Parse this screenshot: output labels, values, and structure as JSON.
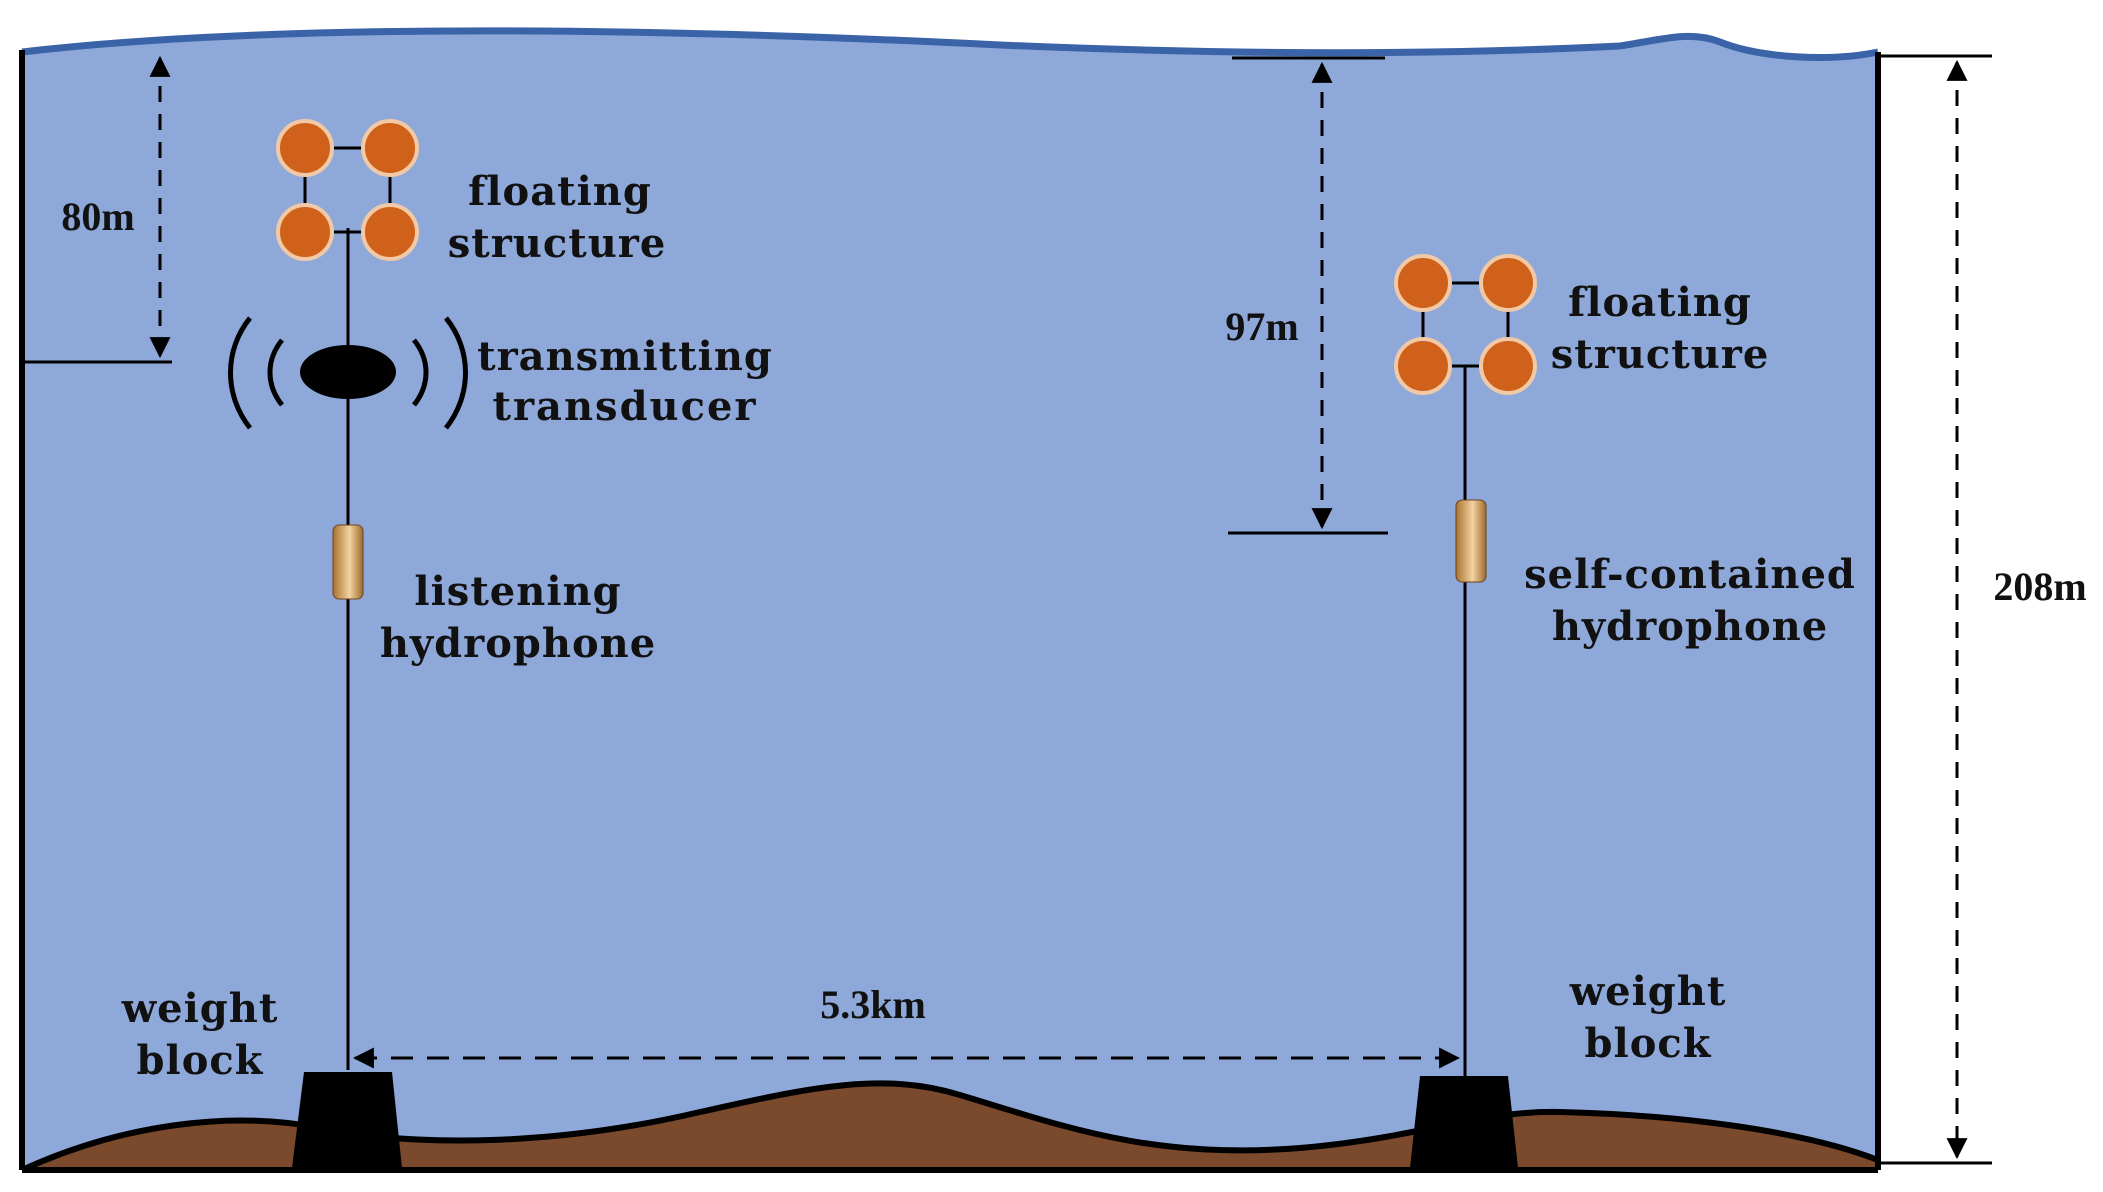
{
  "colors": {
    "water": "#8EA9D9",
    "surface": "#3B63A8",
    "seabed": "#7B4A2C",
    "float": "#D0611A",
    "float_ring": "#F2C9A6",
    "ink": "#000000"
  },
  "left_mooring": {
    "float_label": [
      "floating",
      "structure"
    ],
    "transducer_label": [
      "transmitting",
      "transducer"
    ],
    "hydrophone_label": [
      "listening",
      "hydrophone"
    ],
    "weight_label": [
      "weight",
      "block"
    ],
    "depth_label": "80m"
  },
  "right_mooring": {
    "float_label": [
      "floating",
      "structure"
    ],
    "hydrophone_label": [
      "self-contained",
      "hydrophone"
    ],
    "weight_label": [
      "weight",
      "block"
    ],
    "depth_label": "97m"
  },
  "total_depth_label": "208m",
  "distance_label": "5.3km",
  "icons": [
    "float-structure-icon",
    "transducer-icon",
    "sound-wave-icon",
    "hydrophone-icon",
    "weight-block-icon"
  ]
}
